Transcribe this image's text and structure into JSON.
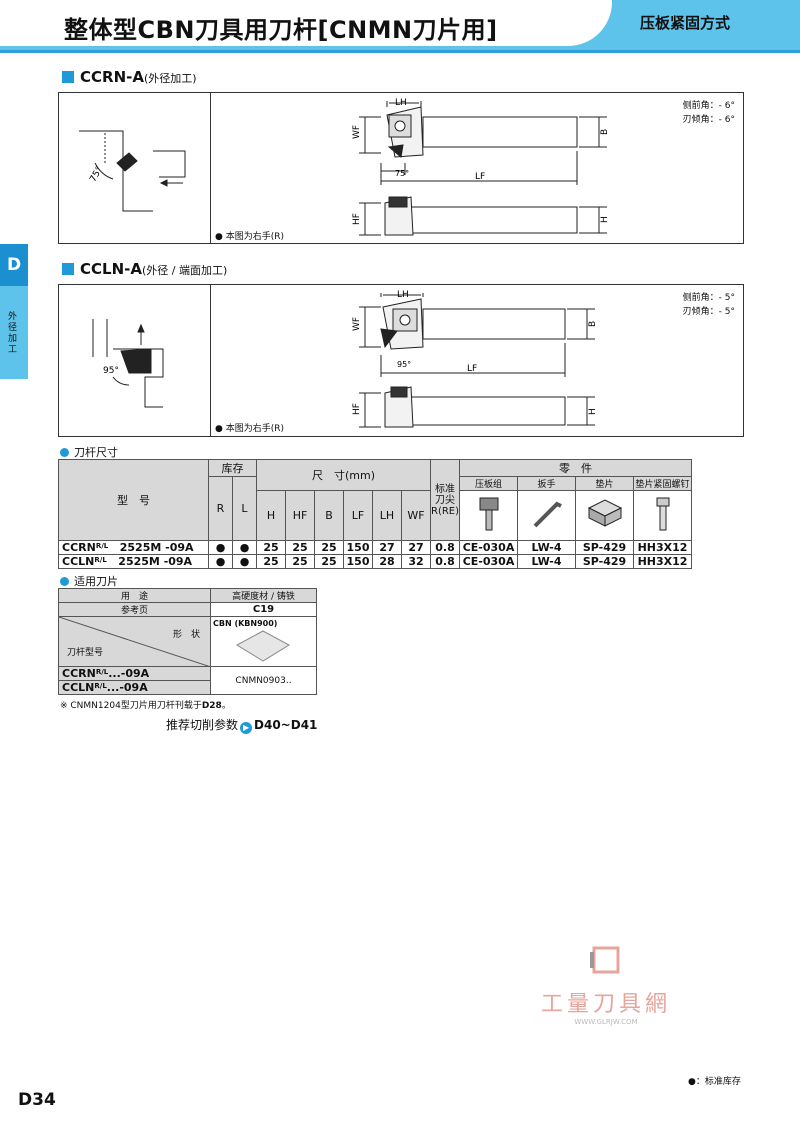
{
  "header": {
    "title": "整体型CBN刀具用刀杆[CNMN刀片用]",
    "clamp_type": "压板紧固方式"
  },
  "side_tab": {
    "letter": "D",
    "label": "外径加工"
  },
  "section1": {
    "code": "CCRN-A",
    "subtitle": "(外径加工)",
    "angle_side": "侧前角：- 6°",
    "angle_incl": "刃倾角：- 6°",
    "approach": "75°",
    "hand_note": "本图为右手(R)",
    "dims": {
      "lh": "LH",
      "wf": "WF",
      "b": "B",
      "lf": "LF",
      "hf": "HF",
      "h": "H"
    }
  },
  "section2": {
    "code": "CCLN-A",
    "subtitle": "(外径 / 端面加工)",
    "angle_side": "侧前角：- 5°",
    "angle_incl": "刃倾角：- 5°",
    "approach": "95°",
    "hand_note": "本图为右手(R)",
    "dims": {
      "lh": "LH",
      "wf": "WF",
      "b": "B",
      "lf": "LF",
      "hf": "HF",
      "h": "H"
    }
  },
  "holder_table": {
    "caption": "刀杆尺寸",
    "model_header": "型　号",
    "stock_header": "库存",
    "dim_header": "尺　寸(mm)",
    "radius_header": "标准刀尖R(RE)",
    "parts_header": "零　件",
    "sub_headers": [
      "R",
      "L",
      "H",
      "HF",
      "B",
      "LF",
      "LH",
      "WF"
    ],
    "parts_headers": [
      "压板组",
      "扳手",
      "垫片",
      "垫片紧固螺钉"
    ],
    "rows": [
      {
        "prefix": "CCRN",
        "sup": "R/L",
        "suffix": "2525M -09A",
        "r": "●",
        "l": "●",
        "h": "25",
        "hf": "25",
        "b": "25",
        "lf": "150",
        "lh": "27",
        "wf": "27",
        "re": "0.8",
        "clamp": "CE-030A",
        "wrench": "LW-4",
        "shim": "SP-429",
        "screw": "HH3X12"
      },
      {
        "prefix": "CCLN",
        "sup": "R/L",
        "suffix": "2525M -09A",
        "r": "●",
        "l": "●",
        "h": "25",
        "hf": "25",
        "b": "25",
        "lf": "150",
        "lh": "28",
        "wf": "32",
        "re": "0.8",
        "clamp": "CE-030A",
        "wrench": "LW-4",
        "shim": "SP-429",
        "screw": "HH3X12"
      }
    ]
  },
  "insert_table": {
    "caption": "适用刀片",
    "usage_label": "用　途",
    "usage_value": "高硬度材 / 铸铁",
    "ref_label": "参考页",
    "ref_value": "C19",
    "shape_label": "形　状",
    "holder_label": "刀杆型号",
    "grade": "CBN (KBN900)",
    "rows": [
      {
        "prefix": "CCRN",
        "sup": "R/L",
        "suffix": "...-09A"
      },
      {
        "prefix": "CCLN",
        "sup": "R/L",
        "suffix": "...-09A"
      }
    ],
    "insert_code": "CNMN0903.."
  },
  "footnote": {
    "text": "※ CNMN1204型刀片用刀杆刊载于",
    "ref": "D28",
    "tail": "。"
  },
  "recommend": {
    "label": "推荐切削参数",
    "pages": "D40~D41"
  },
  "watermark": {
    "cn": "工量刀具網",
    "url": "WWW.GLRJW.COM"
  },
  "stock_legend": "●：标准库存",
  "page_number": "D34",
  "colors": {
    "accent": "#1e9ad8",
    "band": "#5ec3ea"
  }
}
